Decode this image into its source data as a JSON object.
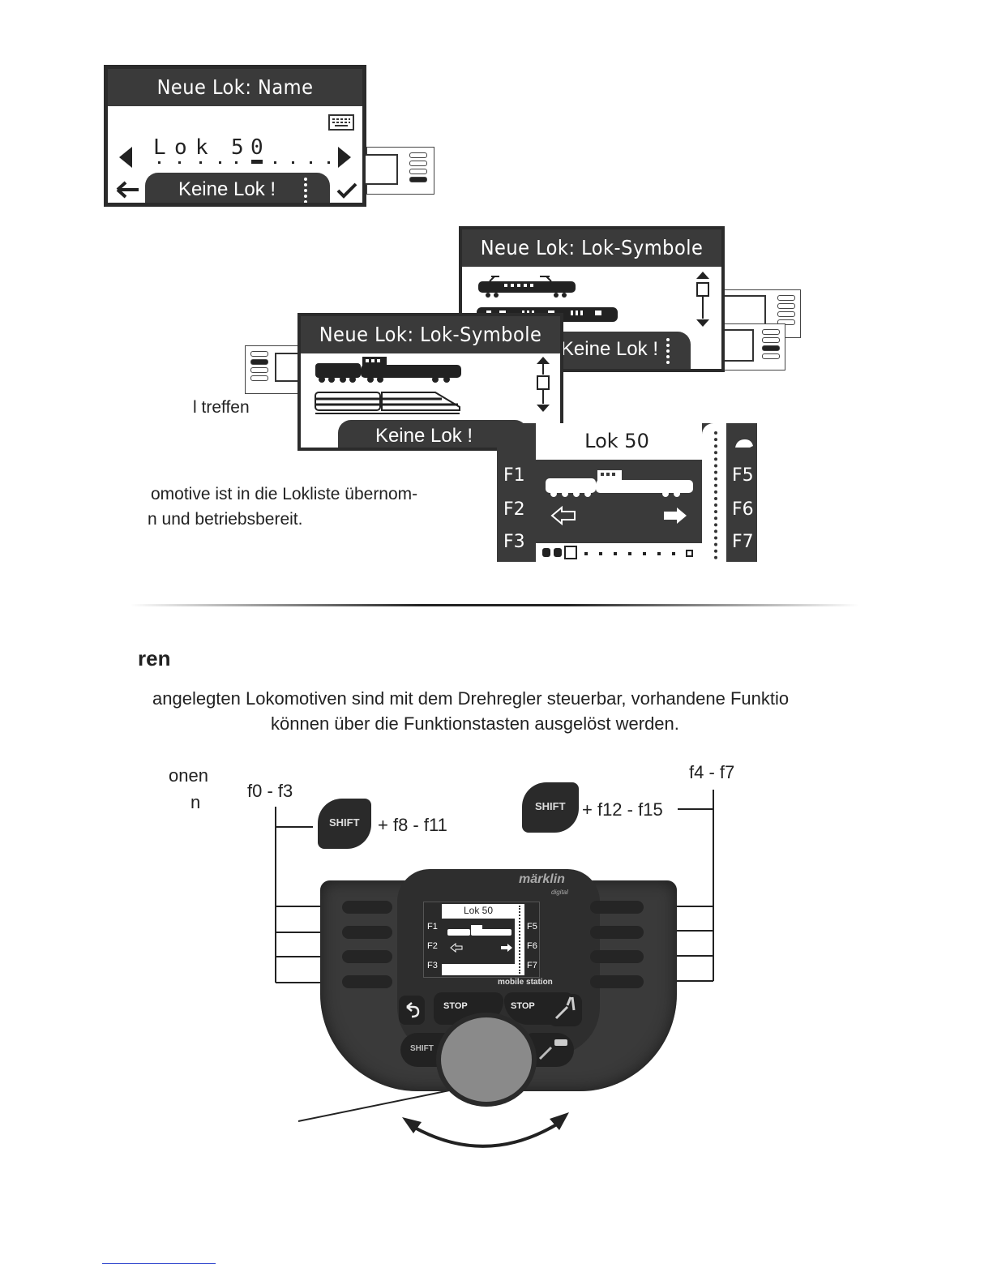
{
  "screen1": {
    "title": "Neue Lok: Name",
    "chars": [
      "L",
      "o",
      "k",
      "5",
      "0"
    ],
    "button": "Keine Lok !"
  },
  "screen2": {
    "title": "Neue Lok: Lok-Symbole",
    "button": "Keine Lok !"
  },
  "screen3": {
    "title": "Neue Lok: Lok-Symbole",
    "button": "Keine Lok !"
  },
  "screen4": {
    "title": "Lok 50",
    "left_labels": [
      "F1",
      "F2",
      "F3"
    ],
    "right_labels": [
      "F5",
      "F6",
      "F7"
    ]
  },
  "text": {
    "fragment1": "l treffen",
    "fragment2_line1": "omotive ist in die Lokliste übernom-",
    "fragment2_line2": "n und betriebsbereit.",
    "heading": "ren",
    "para_line1": "angelegten Lokomotiven sind mit dem Drehregler steuerbar, vorhandene Funktio",
    "para_line2": "können über die Funktionstasten ausgelöst werden.",
    "side1": "onen",
    "side2": "n"
  },
  "labels": {
    "f0_f3": "f0 - f3",
    "f4_f7": "f4 - f7",
    "shift": "SHIFT",
    "f8_f11": "+ f8 - f11",
    "f12_f15": "+ f12 - f15"
  },
  "device": {
    "brand": "märklin",
    "sub": "digital",
    "model": "mobile station",
    "stop_left": "STOP",
    "stop_right": "STOP",
    "shift_key": "SHIFT",
    "mini_title": "Lok 50",
    "mini_left": [
      "F1",
      "F2",
      "F3"
    ],
    "mini_right": [
      "F5",
      "F6",
      "F7"
    ]
  }
}
